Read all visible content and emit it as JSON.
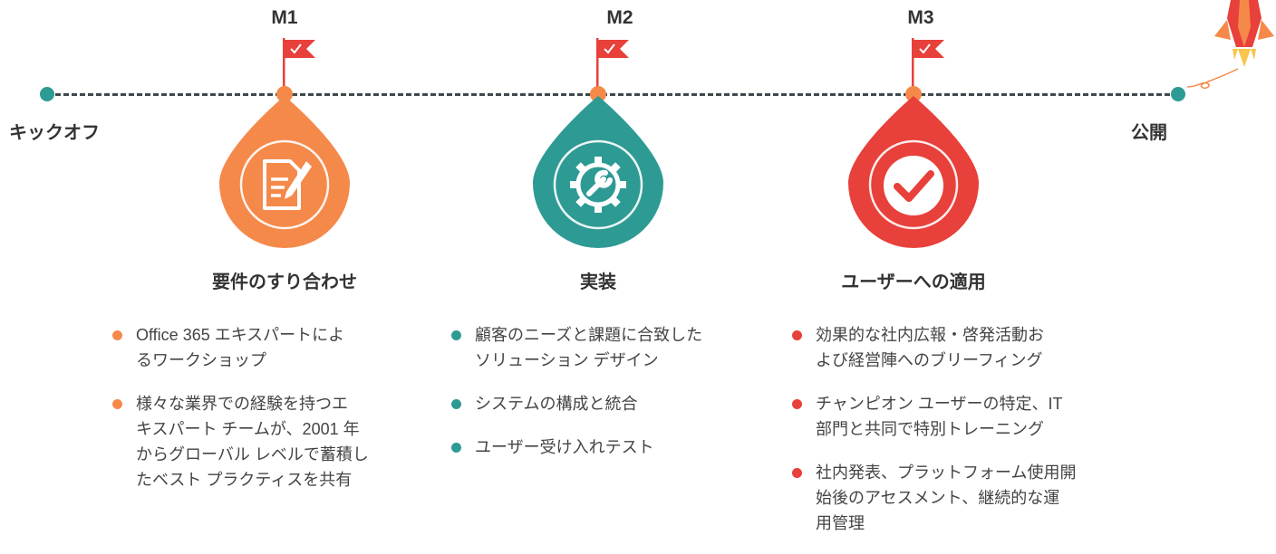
{
  "timeline": {
    "start_label": "キックオフ",
    "end_label": "公開"
  },
  "milestones": [
    {
      "label": "M1",
      "title": "要件のすり合わせ",
      "color": "#f5894a",
      "icon": "document-pen-icon",
      "bullets": [
        "Office 365 エキスパートによ\nるワークショップ",
        "様々な業界での経験を持つエ\nキスパート チームが、2001 年\nからグローバル レベルで蓄積し\nたベスト プラクティスを共有"
      ]
    },
    {
      "label": "M2",
      "title": "実装",
      "color": "#2e9a94",
      "icon": "gear-wrench-icon",
      "bullets": [
        "顧客のニーズと課題に合致した\nソリューション デザイン",
        "システムの構成と統合",
        "ユーザー受け入れテスト"
      ]
    },
    {
      "label": "M3",
      "title": "ユーザーへの適用",
      "color": "#e8403a",
      "icon": "checkmark-icon",
      "bullets": [
        "効果的な社内広報・啓発活動お\nよび経営陣へのブリーフィング",
        "チャンピオン ユーザーの特定、IT\n部門と共同で特別トレーニング",
        "社内発表、プラットフォーム使用開\n始後のアセスメント、継続的な運\n用管理"
      ]
    }
  ],
  "colors": {
    "flag": "#e8403a",
    "endpoint": "#2e9a94",
    "line": "#3d4a4c"
  }
}
